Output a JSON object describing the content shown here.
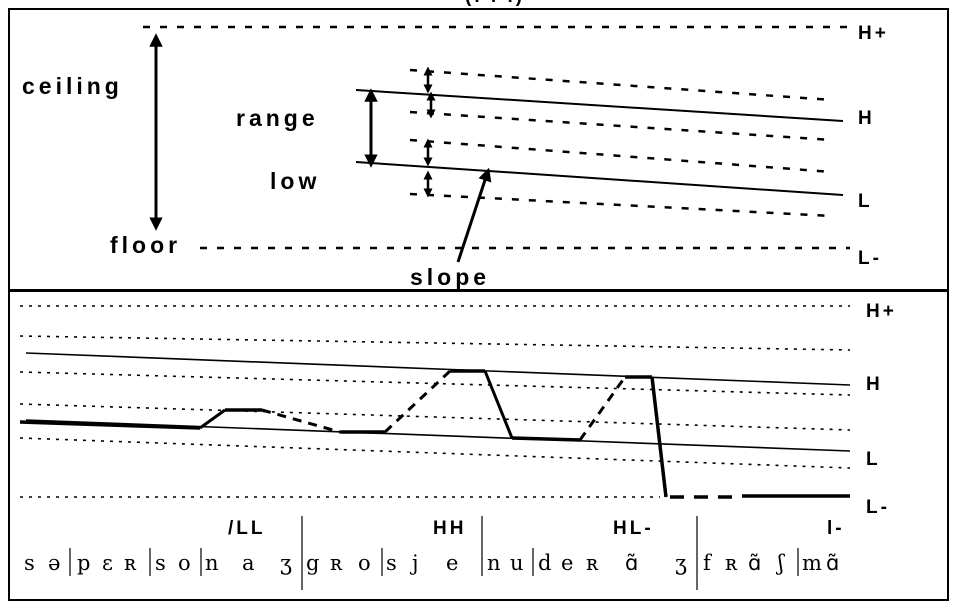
{
  "top_panel": {
    "header_fragment": "(. . .)",
    "labels": {
      "ceiling": "ceiling",
      "floor": "floor",
      "range": "range",
      "low": "low",
      "slope": "slope"
    },
    "levels": {
      "h_plus": "H+",
      "h": "H",
      "l": "L",
      "l_minus": "L-"
    }
  },
  "bottom_panel": {
    "levels": {
      "h_plus": "H+",
      "h": "H",
      "l": "L",
      "l_minus": "L-"
    },
    "tones": [
      "/LL",
      "HH",
      "HL-",
      "l-"
    ],
    "segments": [
      "s",
      "ə",
      "p",
      "ɛ",
      "ʀ",
      "s",
      "o",
      "n",
      "a",
      "ʒ",
      "g",
      "ʀ",
      "o",
      "s",
      "j",
      "e",
      "n",
      "u",
      "d",
      "e",
      "ʀ",
      "ɑ̃",
      "ʒ",
      "f",
      "ʀ",
      "ɑ̃",
      "ʃ",
      "m",
      "ɑ̃"
    ]
  },
  "colors": {
    "ink": "#000000",
    "background": "#ffffff"
  }
}
